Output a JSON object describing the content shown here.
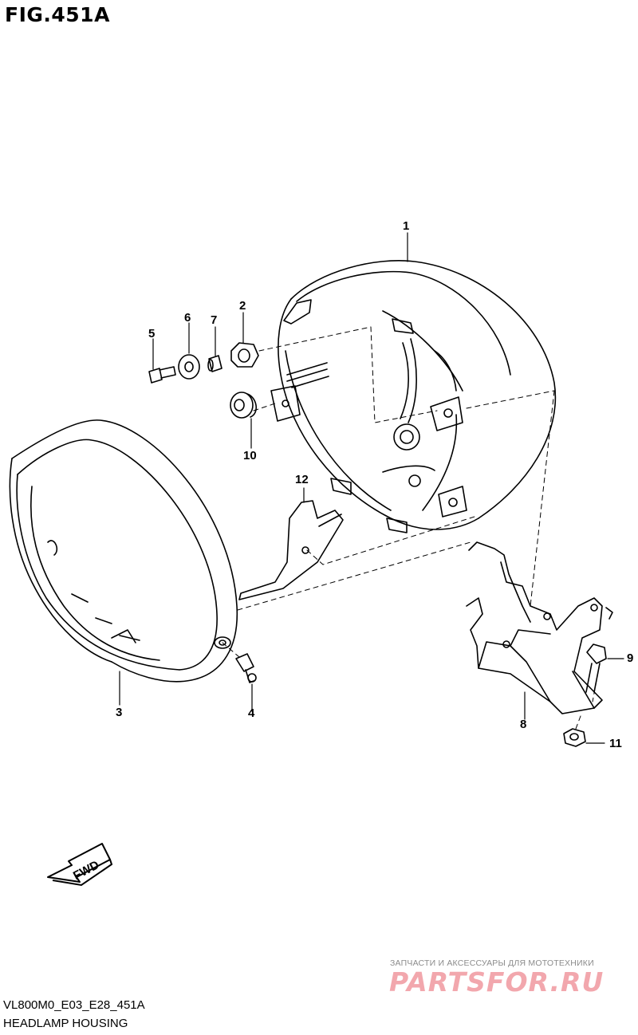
{
  "figure": {
    "title": "FIG.451A",
    "code": "VL800M0_E03_E28_451A",
    "name": "HEADLAMP HOUSING"
  },
  "callouts": [
    {
      "id": "1",
      "label": "1"
    },
    {
      "id": "2",
      "label": "2"
    },
    {
      "id": "3",
      "label": "3"
    },
    {
      "id": "4",
      "label": "4"
    },
    {
      "id": "5",
      "label": "5"
    },
    {
      "id": "6",
      "label": "6"
    },
    {
      "id": "7",
      "label": "7"
    },
    {
      "id": "8",
      "label": "8"
    },
    {
      "id": "9",
      "label": "9"
    },
    {
      "id": "10",
      "label": "10"
    },
    {
      "id": "11",
      "label": "11"
    },
    {
      "id": "12",
      "label": "12"
    }
  ],
  "direction_arrow": {
    "label": "FWD"
  },
  "watermark": {
    "caption": "ЗАПЧАСТИ И АКСЕССУАРЫ ДЛЯ МОТОТЕХНИКИ",
    "brand": "PARTSFOR.RU",
    "color": "#f2a7ad"
  },
  "colors": {
    "line": "#000000",
    "background": "#ffffff"
  }
}
